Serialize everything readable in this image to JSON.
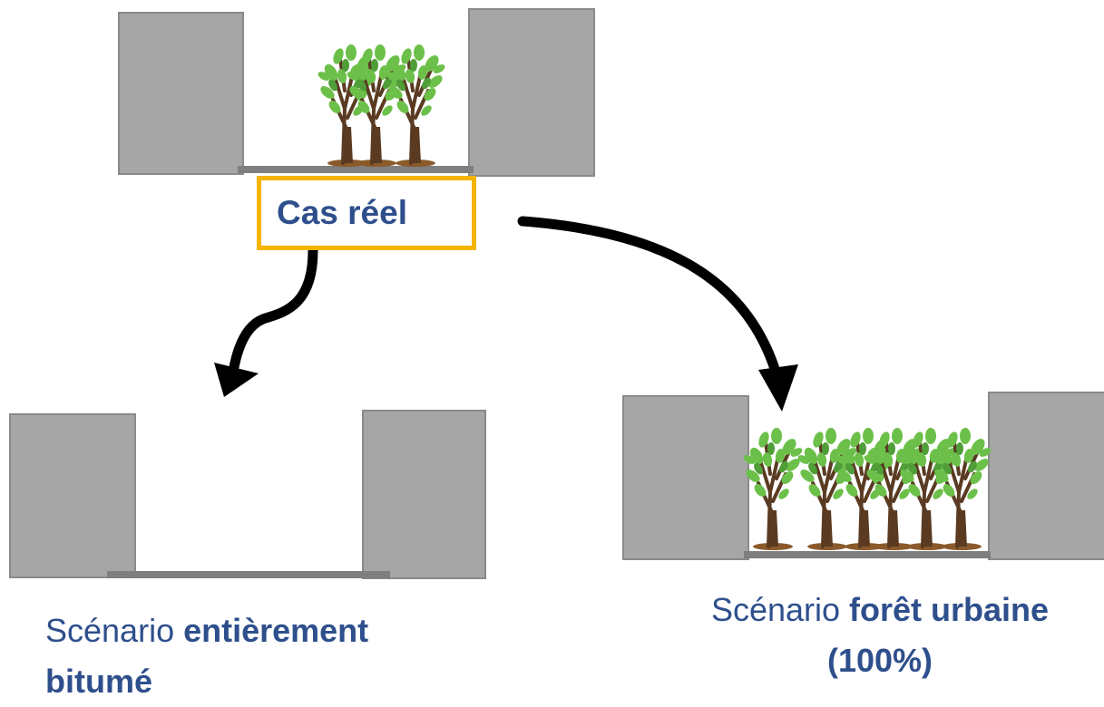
{
  "real_case": {
    "label": "Cas réel"
  },
  "scenarios": {
    "left": {
      "prefix": "Scénario ",
      "bold": "entièrement",
      "bold2": "bitumé"
    },
    "right": {
      "prefix": "Scénario ",
      "bold": "forêt urbaine",
      "bold2": "(100%)"
    }
  },
  "colors": {
    "building": "#a6a6a6",
    "ground": "#7f7f7f",
    "highlight_border": "#f4b400",
    "text": "#2e4f8c",
    "arrow": "#000000",
    "trunk": "#5a3b22",
    "leaf": "#6cc04a"
  },
  "icons": [
    "tree-icon",
    "arrow-icon"
  ]
}
